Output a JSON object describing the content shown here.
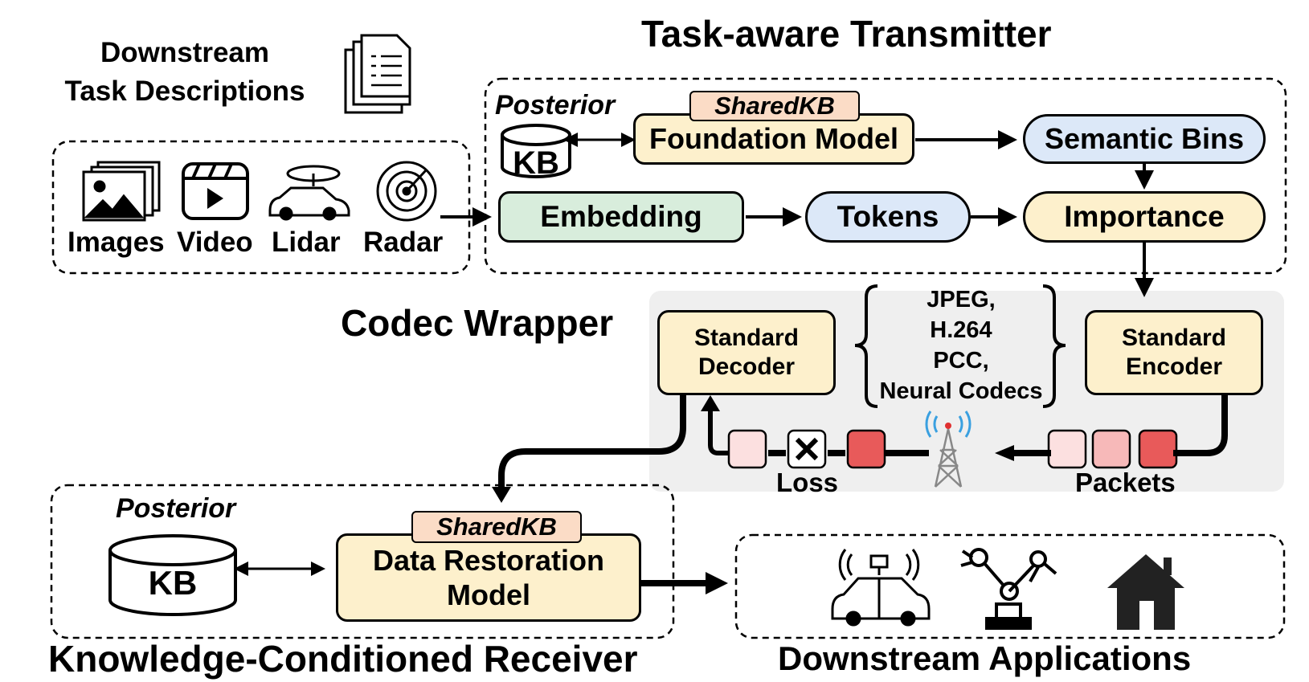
{
  "transmitter": {
    "title": "Task-aware Transmitter",
    "posterior_label": "Posterior",
    "kb_label": "KB",
    "shared_kb_tag": "SharedKB",
    "foundation_model": "Foundation Model",
    "semantic_bins": "Semantic Bins",
    "embedding": "Embedding",
    "tokens": "Tokens",
    "importance": "Importance"
  },
  "inputs": {
    "task_descriptions_line1": "Downstream",
    "task_descriptions_line2": "Task Descriptions",
    "images": "Images",
    "video": "Video",
    "lidar": "Lidar",
    "radar": "Radar"
  },
  "codec": {
    "title": "Codec Wrapper",
    "decoder_line1": "Standard",
    "decoder_line2": "Decoder",
    "encoder_line1": "Standard",
    "encoder_line2": "Encoder",
    "codecs_line1": "JPEG,",
    "codecs_line2": "H.264",
    "codecs_line3": "PCC,",
    "codecs_line4": "Neural Codecs",
    "loss_label": "Loss",
    "packets_label": "Packets"
  },
  "receiver": {
    "title": "Knowledge-Conditioned Receiver",
    "posterior_label": "Posterior",
    "kb_label": "KB",
    "shared_kb_tag": "SharedKB",
    "model_line1": "Data Restoration",
    "model_line2": "Model"
  },
  "applications": {
    "title": "Downstream Applications",
    "icons": [
      "car-sensor-icon",
      "robot-arm-icon",
      "house-icon"
    ]
  },
  "colors": {
    "yellow": "#fdf0cc",
    "green": "#d8eddc",
    "blue": "#dce8f8",
    "tag": "#fbdcc6",
    "codec_bg": "#efefef",
    "packet_light": "#fce0e0",
    "packet_mid": "#f7b9b9",
    "packet_dark": "#e85a5a"
  }
}
